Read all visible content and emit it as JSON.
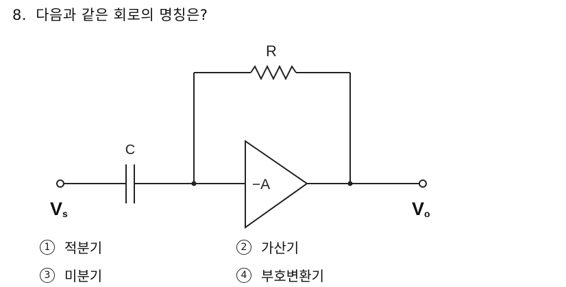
{
  "question": {
    "number": "8.",
    "text": "다음과 같은 회로의 명칭은?"
  },
  "diagram": {
    "resistor_label": "R",
    "capacitor_label": "C",
    "amplifier_label": "−A",
    "input_label_main": "V",
    "input_label_sub": "s",
    "output_label_main": "V",
    "output_label_sub": "o"
  },
  "choices": [
    {
      "mark": "1",
      "text": "적분기"
    },
    {
      "mark": "2",
      "text": "가산기"
    },
    {
      "mark": "3",
      "text": "미분기"
    },
    {
      "mark": "4",
      "text": "부호변환기"
    }
  ]
}
